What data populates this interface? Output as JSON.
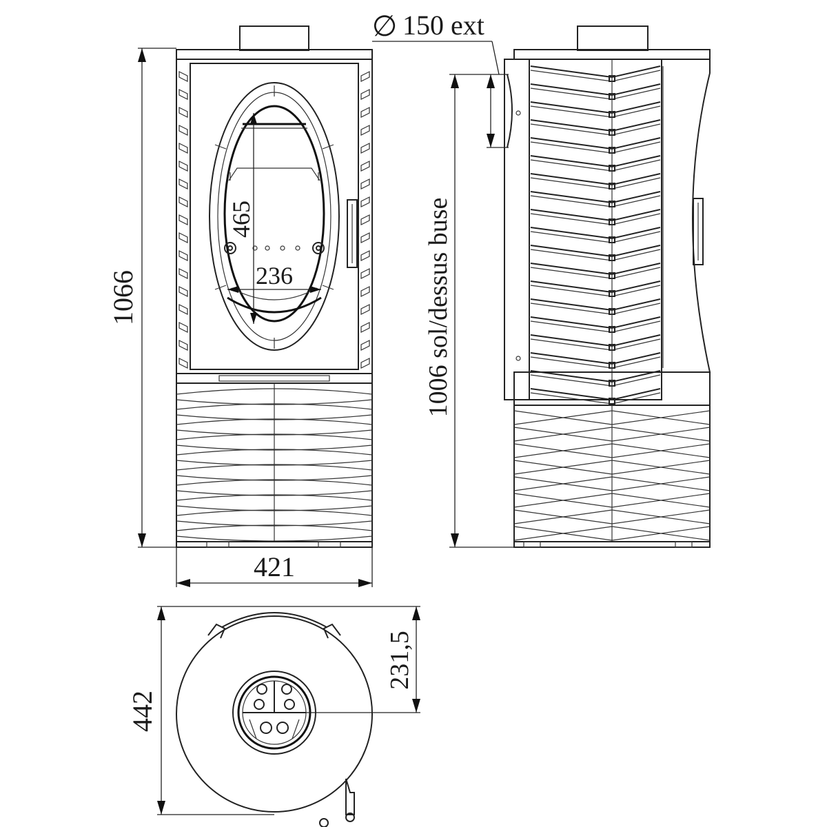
{
  "dimensions": {
    "total_height": "1066",
    "width": "421",
    "window_height": "465",
    "window_width": "236",
    "flue_diameter_symbol": "∅",
    "flue_diameter": "150 ext",
    "floor_to_flue": "1006 sol/dessus buse",
    "depth": "442",
    "flue_offset": "231,5"
  },
  "colors": {
    "line": "#222222",
    "background": "#ffffff"
  }
}
